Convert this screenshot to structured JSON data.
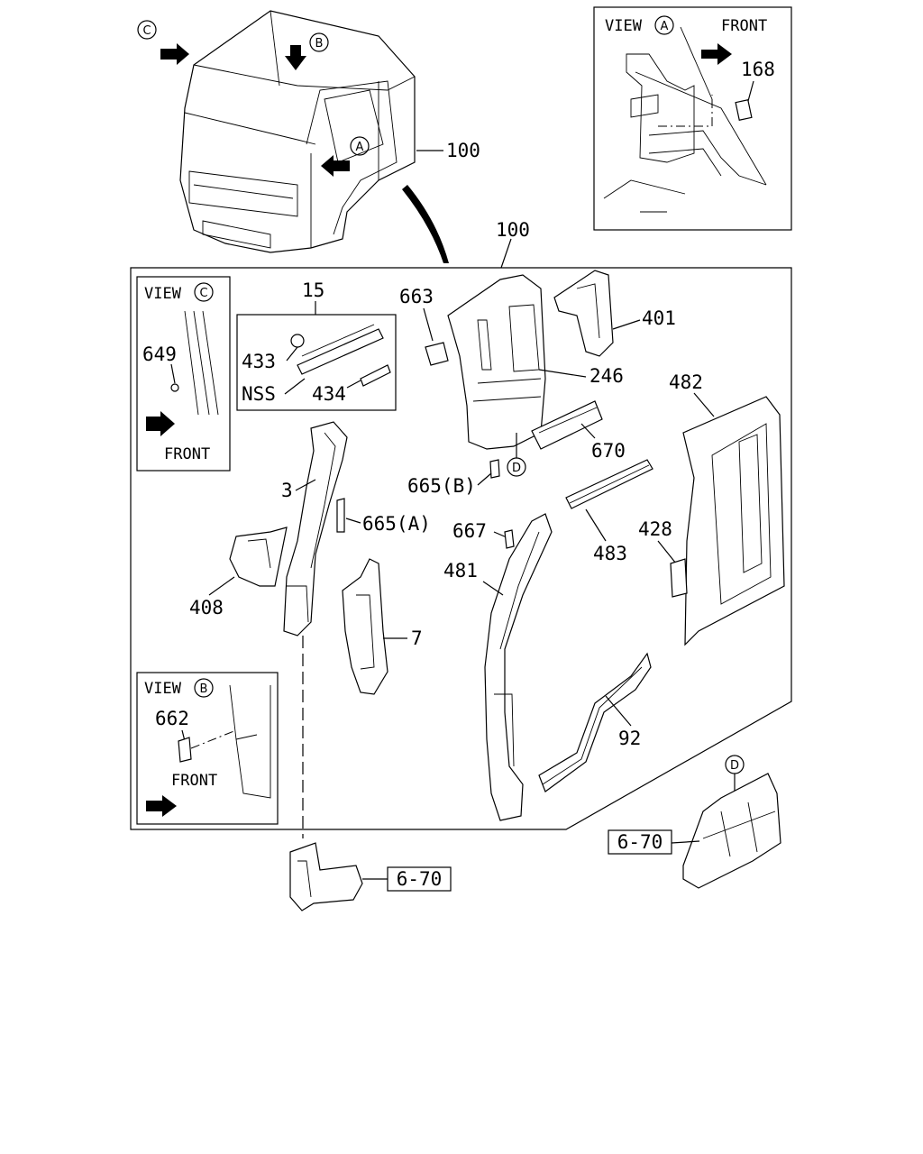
{
  "view_a": {
    "title": "VIEW",
    "circle": "A",
    "front": "FRONT",
    "part": "168"
  },
  "view_b": {
    "title": "VIEW",
    "circle": "B",
    "front": "FRONT",
    "part": "662"
  },
  "view_c": {
    "title": "VIEW",
    "circle": "C",
    "front": "FRONT",
    "part": "649"
  },
  "cab": {
    "label_a": "A",
    "label_b": "B",
    "label_c": "C",
    "part": "100"
  },
  "main": {
    "part": "100"
  },
  "parts": {
    "p15": "15",
    "p433": "433",
    "nss": "NSS",
    "p434": "434",
    "p3": "3",
    "p665a": "665(A)",
    "p408": "408",
    "p7": "7",
    "p663": "663",
    "p246": "246",
    "p665b": "665(B)",
    "d_marker": "D",
    "p401": "401",
    "p670": "670",
    "p482": "482",
    "p483": "483",
    "p428": "428",
    "p667": "667",
    "p481": "481",
    "p92": "92"
  },
  "refs": {
    "ref_left": "6-70",
    "ref_right": "6-70",
    "d_marker": "D"
  }
}
